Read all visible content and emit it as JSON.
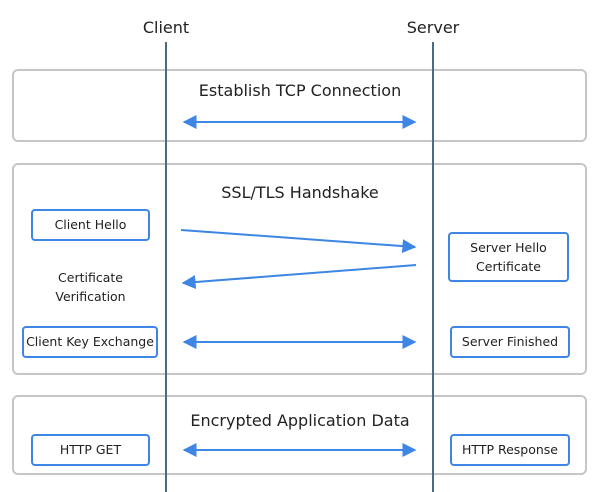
{
  "lanes": {
    "client": "Client",
    "server": "Server"
  },
  "phases": [
    {
      "title": "Establish TCP Connection"
    },
    {
      "title": "SSL/TLS Handshake"
    },
    {
      "title": "Encrypted Application Data"
    }
  ],
  "messages": {
    "client_hello": "Client  Hello",
    "server_hello": "Server Hello\nCertificate",
    "certificate_verification": "Certificate\nVerification",
    "client_key_exchange": "Client Key Exchange",
    "server_finished": "Server Finished",
    "http_get": "HTTP GET",
    "http_response": "HTTP Response"
  },
  "colors": {
    "lifeline": "#4a6a86",
    "arrow": "#3d86e4",
    "box_border": "#3d86e4",
    "panel_border": "#c6c6c6"
  }
}
